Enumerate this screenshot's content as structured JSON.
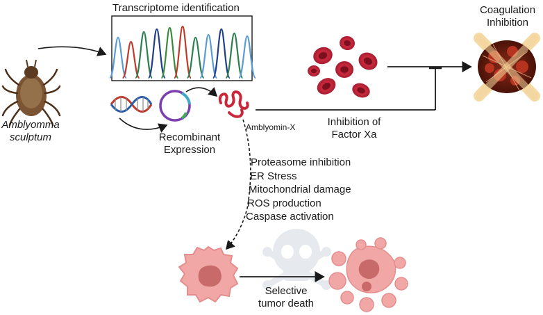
{
  "labels": {
    "transcriptome": "Transcriptome identification",
    "species_line1": "Amblyomma",
    "species_line2": "sculptum",
    "recombinant_line1": "Recombinant",
    "recombinant_line2": "Expression",
    "protein": "Amblyomin-X",
    "factor_line1": "Inhibition of",
    "factor_line2": "Factor Xa",
    "coag_line1": "Coagulation",
    "coag_line2": "Inhibition",
    "tumor_line1": "Selective",
    "tumor_line2": "tumor death"
  },
  "mechanisms": [
    "Proteasome inhibition",
    "ER Stress",
    "Mitochondrial damage",
    "ROS production",
    "Caspase activation"
  ],
  "colors": {
    "peaks": [
      "#5b9bd5",
      "#c0392b",
      "#2c7f4f",
      "#1f3f8a",
      "#3a8a3a",
      "#c0392b",
      "#2c7f4f",
      "#5b9bd5",
      "#1f3f8a",
      "#2c7f4f",
      "#5b9bd5"
    ],
    "rbc": "#c8283c",
    "tumor_cell": "#f2a7a7",
    "nucleus": "#c96a6a",
    "tick": "#6b4a2e"
  },
  "icons": [
    "tick-icon",
    "dna-icon",
    "plasmid-icon",
    "protein-coil-icon",
    "red-blood-cell-icon",
    "clot-icon",
    "skull-icon",
    "tumor-cell-icon"
  ]
}
